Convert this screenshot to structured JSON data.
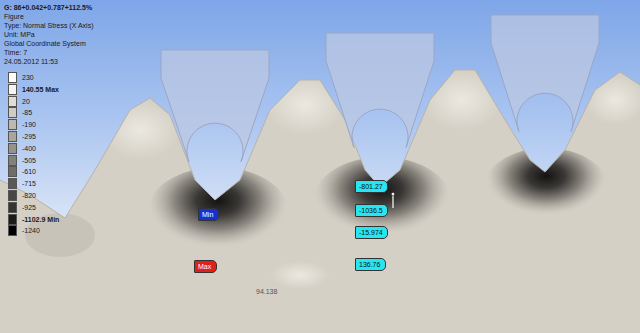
{
  "diagram": {
    "nodes": [
      {
        "text": [
          "Min"
        ]
      },
      {
        "text": [
          "Max"
        ]
      },
      {
        "text": [
          "-801.27"
        ]
      },
      {
        "text": [
          "-1036.5"
        ]
      },
      {
        "text": [
          "-15.974"
        ]
      },
      {
        "text": [
          "136.76"
        ]
      }
    ],
    "labels": [
      "G: 86+0.042+0.787+112.5%",
      "Figure",
      "Type: Normal Stress (X Axis)",
      "Unit: MPa",
      "Global Coordinate System",
      "Time: 7",
      "24.05.2012 11:53",
      "94.138"
    ],
    "legend": [
      {
        "text": "230",
        "color": "#ffffff"
      },
      {
        "text": "140.55 Max",
        "color": "#f4f4f4"
      },
      {
        "text": "20",
        "color": "#e0ddd5"
      },
      {
        "text": "-85",
        "color": "#d0ccc2"
      },
      {
        "text": "-190",
        "color": "#bdb9b0"
      },
      {
        "text": "-295",
        "color": "#aaa69e"
      },
      {
        "text": "-400",
        "color": "#96928b"
      },
      {
        "text": "-505",
        "color": "#837f79"
      },
      {
        "text": "-610",
        "color": "#706c67"
      },
      {
        "text": "-715",
        "color": "#5c5955"
      },
      {
        "text": "-820",
        "color": "#494643"
      },
      {
        "text": "-925",
        "color": "#363432"
      },
      {
        "text": "-1102.9 Min",
        "color": "#1c1b1a"
      },
      {
        "text": "-1240",
        "color": "#000000"
      }
    ]
  }
}
